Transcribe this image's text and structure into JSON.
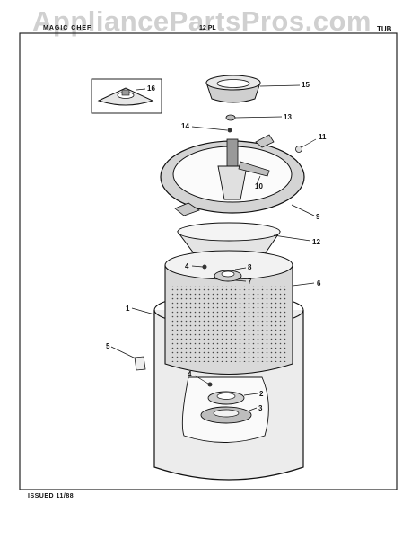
{
  "header": {
    "watermark": "AppliancePartsPros.com",
    "left": "MAGIC CHEF",
    "middle": "12 PL",
    "right": "TUB"
  },
  "footer": {
    "issued": "ISSUED 11/88"
  },
  "callouts": {
    "c1": "1",
    "c2": "2",
    "c3": "3",
    "c4a": "4",
    "c4b": "4",
    "c5": "5",
    "c6": "6",
    "c7": "7",
    "c8": "8",
    "c9": "9",
    "c10": "10",
    "c11": "11",
    "c12": "12",
    "c13": "13",
    "c14": "14",
    "c15": "15",
    "c16": "16"
  }
}
